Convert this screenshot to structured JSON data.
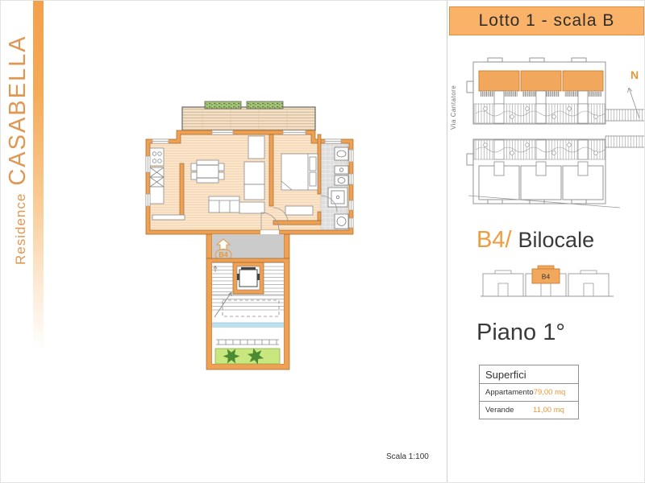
{
  "sidebar": {
    "brand_prefix": "Residence",
    "brand_name": "CASABELLA"
  },
  "main": {
    "scale_note": "Scala 1:100",
    "unit_badge": "B4"
  },
  "right_panel": {
    "header_title": "Lotto 1 - scala B",
    "site_plan": {
      "street_label": "Via Cantatore",
      "north_label": "N"
    },
    "unit": {
      "code": "B4/",
      "type_label": "Bilocale",
      "key_label": "B4"
    },
    "floor_label": "Piano 1°",
    "surfaces": {
      "title": "Superfici",
      "rows": [
        {
          "label": "Appartamento",
          "value": "79,00 mq"
        },
        {
          "label": "Verande",
          "value": "11,00 mq"
        }
      ]
    }
  },
  "colors": {
    "accent_orange": "#EE9C3D",
    "header_fill": "#F9B267",
    "wall_orange": "#EFA053",
    "floor_peach": "#FBE5CB",
    "landing_gray": "#CBCBCB",
    "lawn_green": "#C9E77F",
    "tree_green": "#4C8A33",
    "water_blue": "#BCE0EE",
    "value_orange": "#E8973C"
  }
}
